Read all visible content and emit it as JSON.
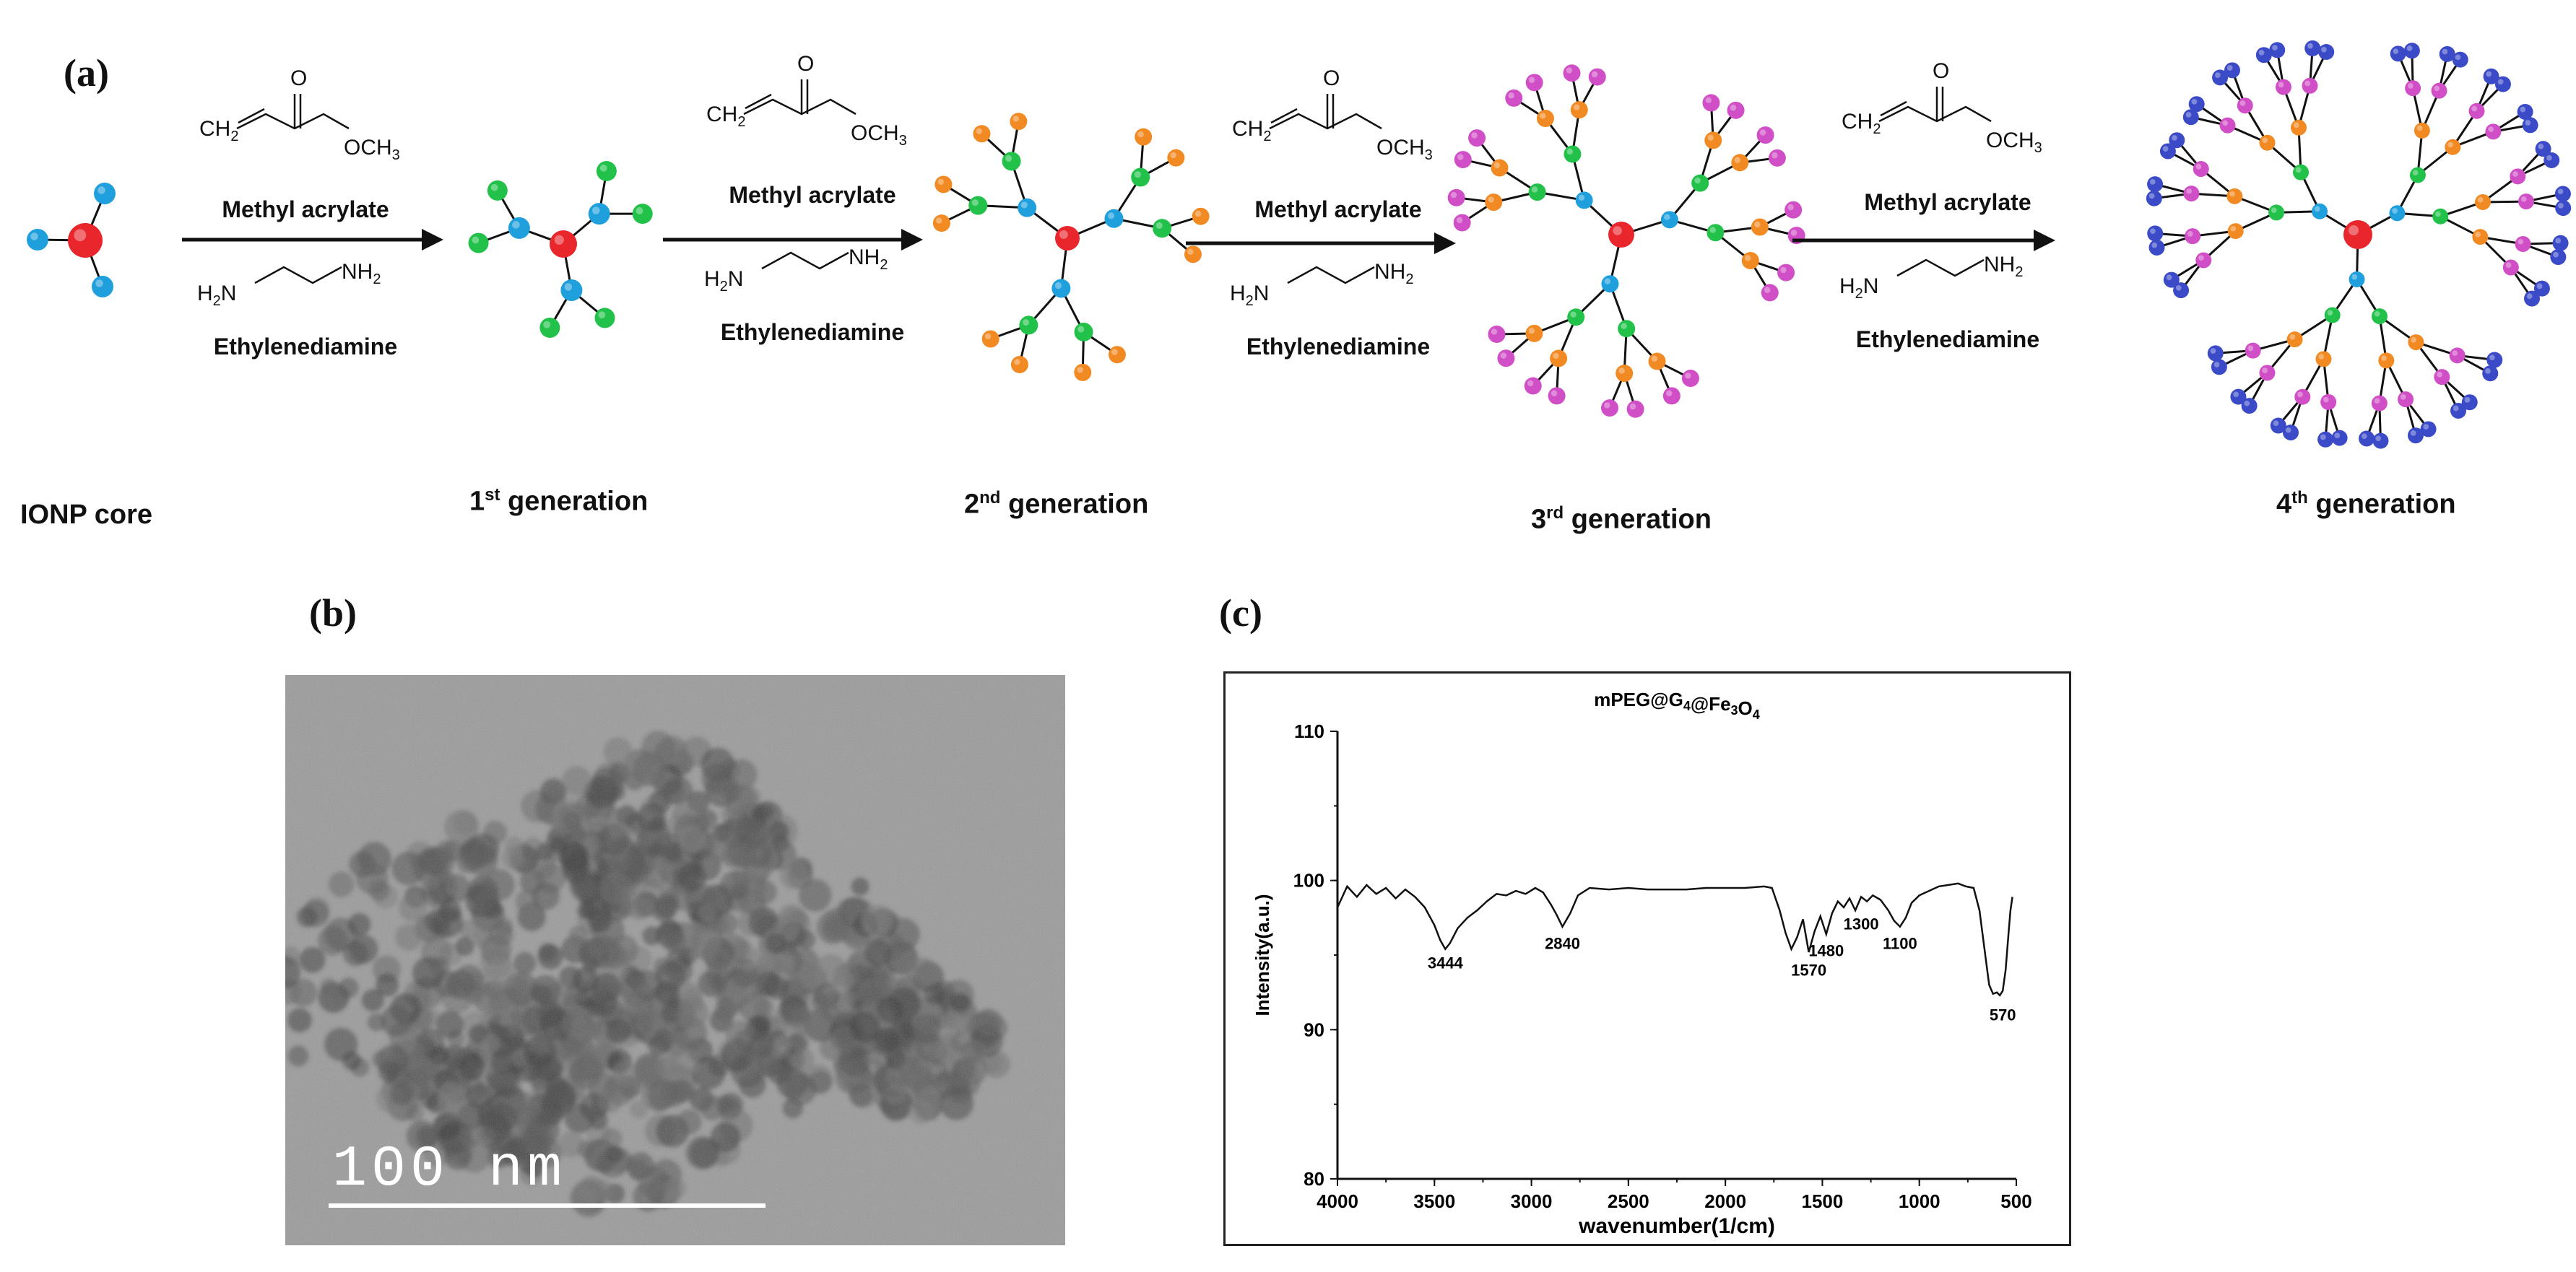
{
  "panels": {
    "a": "(a)",
    "b": "(b)",
    "c": "(c)"
  },
  "scheme": {
    "reagent1": "Methyl acrylate",
    "reagent2": "Ethylenediamine",
    "acrylate_left": "CH",
    "acrylate_left_sub": "2",
    "acrylate_o": "O",
    "acrylate_right": "OCH",
    "acrylate_right_sub": "3",
    "diamine_left": "H",
    "diamine_left_sub": "2",
    "diamine_left_n": "N",
    "diamine_right": "NH",
    "diamine_right_sub": "2",
    "labels": [
      {
        "text": "IONP core",
        "sup": ""
      },
      {
        "text": " generation",
        "sup": "st",
        "num": "1"
      },
      {
        "text": " generation",
        "sup": "nd",
        "num": "2"
      },
      {
        "text": " generation",
        "sup": "rd",
        "num": "3"
      },
      {
        "text": " generation",
        "sup": "th",
        "num": "4"
      }
    ],
    "colors": {
      "core": "#e8262b",
      "gen1": "#1fa0dd",
      "gen2": "#22c24a",
      "gen3": "#f28a24",
      "gen4": "#d14fc6",
      "outer": "#3b4bc8"
    }
  },
  "tem": {
    "scale_label": "100 nm"
  },
  "chart_data": {
    "type": "line",
    "title": "mPEG@G4@Fe3O4",
    "title_parts": {
      "a": "mPEG@G",
      "s1": "4",
      "b": "@Fe",
      "s2": "3",
      "c": "O",
      "s3": "4"
    },
    "xlabel": "wavenumber(1/cm)",
    "ylabel": "Intensity(a.u.)",
    "xlim": [
      4000,
      500
    ],
    "ylim": [
      80,
      110
    ],
    "x_ticks": [
      4000,
      3500,
      3000,
      2500,
      2000,
      1500,
      1000,
      500
    ],
    "y_ticks": [
      80,
      90,
      100,
      110
    ],
    "series": [
      {
        "x": [
          4000,
          3950,
          3900,
          3850,
          3800,
          3750,
          3700,
          3650,
          3600,
          3550,
          3500,
          3470,
          3444,
          3420,
          3380,
          3330,
          3280,
          3230,
          3180,
          3130,
          3080,
          3030,
          2980,
          2940,
          2900,
          2870,
          2840,
          2800,
          2760,
          2700,
          2600,
          2500,
          2400,
          2300,
          2200,
          2100,
          2000,
          1900,
          1800,
          1760,
          1720,
          1690,
          1660,
          1630,
          1600,
          1570,
          1540,
          1510,
          1480,
          1450,
          1420,
          1390,
          1360,
          1330,
          1300,
          1270,
          1240,
          1200,
          1160,
          1130,
          1100,
          1070,
          1040,
          1000,
          950,
          900,
          850,
          800,
          760,
          720,
          690,
          660,
          640,
          620,
          600,
          585,
          570,
          555,
          540,
          530,
          520
        ],
        "y": [
          98.2,
          99.6,
          98.9,
          99.7,
          99.1,
          99.5,
          98.8,
          99.4,
          98.9,
          98.2,
          97.0,
          96.0,
          95.4,
          95.8,
          96.8,
          97.5,
          98.0,
          98.6,
          99.1,
          99.0,
          99.3,
          99.1,
          99.5,
          99.2,
          98.4,
          97.7,
          96.9,
          97.8,
          99.0,
          99.5,
          99.4,
          99.5,
          99.4,
          99.4,
          99.4,
          99.5,
          99.5,
          99.5,
          99.6,
          99.5,
          98.0,
          96.5,
          95.4,
          96.2,
          97.4,
          95.2,
          96.6,
          97.6,
          96.4,
          97.8,
          98.6,
          98.2,
          98.8,
          98.0,
          98.9,
          98.6,
          99.0,
          98.7,
          98.0,
          97.3,
          96.9,
          97.5,
          98.5,
          99.0,
          99.3,
          99.6,
          99.7,
          99.8,
          99.6,
          99.5,
          98.0,
          95.0,
          93.0,
          92.4,
          92.5,
          92.3,
          92.6,
          94.0,
          96.5,
          98.0,
          98.9
        ]
      }
    ],
    "annotations": [
      {
        "x": 3444,
        "y": 94.6,
        "text": "3444"
      },
      {
        "x": 2840,
        "y": 95.9,
        "text": "2840"
      },
      {
        "x": 1570,
        "y": 94.1,
        "text": "1570"
      },
      {
        "x": 1480,
        "y": 95.4,
        "text": "1480"
      },
      {
        "x": 1300,
        "y": 97.2,
        "text": "1300"
      },
      {
        "x": 1100,
        "y": 95.9,
        "text": "1100"
      },
      {
        "x": 570,
        "y": 91.1,
        "text": "570"
      }
    ]
  }
}
